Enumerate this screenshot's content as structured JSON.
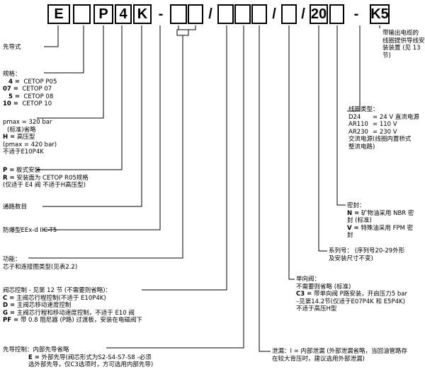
{
  "code": {
    "boxes": [
      "E",
      "",
      "P",
      "4",
      "K",
      "",
      "",
      "",
      "",
      "",
      "",
      "",
      "20",
      "",
      "K5"
    ],
    "separators": {
      "dash1": "-",
      "slash1": "/",
      "slash2": "/",
      "slash3": "/",
      "dash2": "-"
    }
  },
  "left": {
    "pilot_type": "先导式",
    "size": {
      "title": "规格：",
      "rows": [
        {
          "code": "4 =",
          "value": "CETOP P05"
        },
        {
          "code": "07 =",
          "value": "CETOP 07"
        },
        {
          "code": "5 =",
          "value": "CETOP 08"
        },
        {
          "code": "10 =",
          "value": "CETOP 10"
        }
      ]
    },
    "pressure": {
      "l1": "pmax = 320 bar",
      "l2": "(标准)省略",
      "l3_code": "H =",
      "l3_text": "高压型",
      "l4": "(pmax = 420 bar)",
      "l5": "不适于E10P4K"
    },
    "mount": {
      "l1_code": "P =",
      "l1_text": "板式安装",
      "l2_code": "R =",
      "l2_text": "安装面为 CETOP R05规格",
      "l3": "(仅适于 E4 阀   不适于H高压型)"
    },
    "ports": "通路数目",
    "explosion": "防爆型EEx-d IIC-T5",
    "function": {
      "l1": "功能：",
      "l2": "芯子和连接图类型(见表2.2)"
    },
    "spool_control": {
      "title": "阀芯控制 - 见第 12 节 (不需要则省略)：",
      "rows": [
        {
          "code": "C =",
          "text": "主阀芯行程控制(不适于 E10P4K)"
        },
        {
          "code": "D =",
          "text": "主阀芯移动速度控制"
        },
        {
          "code": "G =",
          "text": "主阀芯行程和移动速度控制，不适于 E10 阀"
        },
        {
          "code": "PF =",
          "text": "带  0.8 阻尼器 (P路) 过渡板，安装在电磁阀下"
        }
      ]
    },
    "pilot_control": {
      "l1": "先导控制：内部先导省略",
      "l2_code": "E =",
      "l2_text": "外部先导(阀芯形式为S2-S4-S7-S8 -必须",
      "l3": "选外部先导，仅C3选项时，方可选用内部先导)"
    }
  },
  "right": {
    "cable": {
      "l1": "带输出电缆的",
      "l2": "线圈提供导线安",
      "l3": "装装置 (见 13",
      "l4": "节)"
    },
    "coil": {
      "title": "线圈类型：",
      "rows": [
        {
          "code": "D24",
          "text": "= 24 V  直流电源"
        },
        {
          "code": "AR110",
          "text": "= 110 V"
        },
        {
          "code": "AR230",
          "text": "= 230 V"
        }
      ],
      "l5": "交流电源(线圈内置桥式",
      "l6": "整流电路)"
    },
    "seal": {
      "title": "密封：",
      "l1_code": "N =",
      "l1_text": "矿物油采用 NBR 密",
      "l2": "封 (标准)",
      "l3_code": "V =",
      "l3_text": "特殊油采用 FPM 密",
      "l4": "封"
    },
    "series": {
      "l1": "系列号：  (序列号20-29外形",
      "l2": "及安装尺寸不变)"
    },
    "check": {
      "title": "单向阀：",
      "l1": "不需要则省略 (标准)",
      "l2_code": "C3 =",
      "l2_text": "带单向阀  P路安装，开启压力5 bar",
      "l3": "–见第14.2节(仅适于E07P4K 和 E5P4K)",
      "l4": "不适于高压H型"
    },
    "drain": {
      "l1": "泄漏：I = 内部泄漏 (外部泄漏省略，当回油管路存",
      "l2": "在较大背压时，建议选用外部泄漏)"
    }
  }
}
